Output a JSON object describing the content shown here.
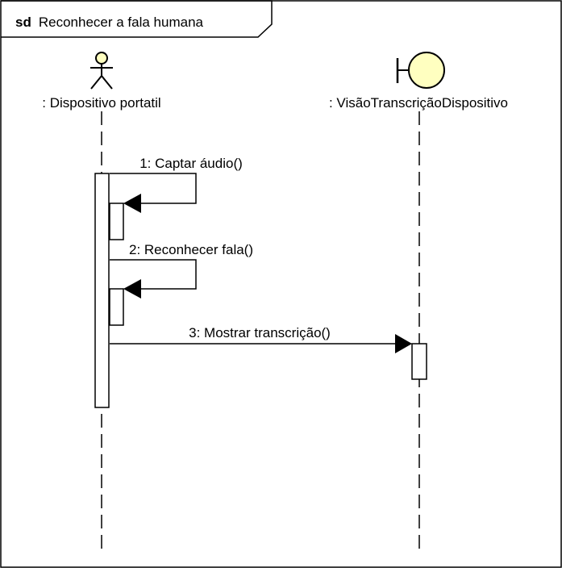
{
  "frame": {
    "keyword": "sd",
    "title": "Reconhecer a fala humana"
  },
  "lifelines": [
    {
      "name": ": Dispositivo portatil",
      "kind": "actor",
      "icon": "stick-figure-actor-icon"
    },
    {
      "name": ": VisãoTranscriçãoDispositivo",
      "kind": "boundary",
      "icon": "boundary-icon"
    }
  ],
  "messages": [
    {
      "label": "1: Captar áudio()",
      "from": ": Dispositivo portatil",
      "to": ": Dispositivo portatil",
      "type": "self-call"
    },
    {
      "label": "2: Reconhecer fala()",
      "from": ": Dispositivo portatil",
      "to": ": Dispositivo portatil",
      "type": "self-call"
    },
    {
      "label": "3: Mostrar transcrição()",
      "from": ": Dispositivo portatil",
      "to": ": VisãoTranscriçãoDispositivo",
      "type": "call"
    }
  ],
  "colors": {
    "line": "#000000",
    "boundary_fill": "#ffffc0",
    "activation_fill": "#ffffff",
    "background": "#ffffff"
  }
}
